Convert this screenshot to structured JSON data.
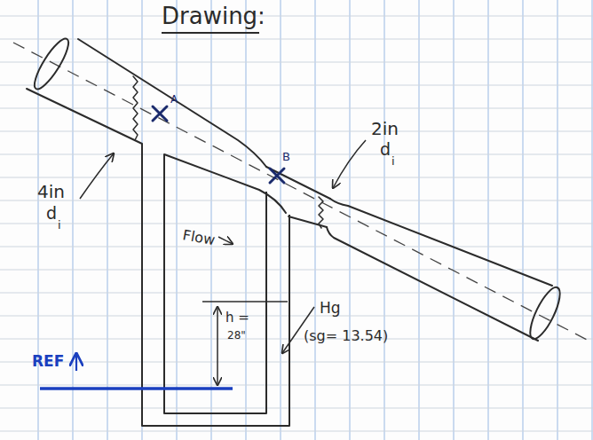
{
  "diagram": {
    "title": "Drawing:",
    "labels": [
      "A",
      "B",
      "2in",
      "d",
      "i",
      "4in",
      "d",
      "i",
      "Flow",
      "h =",
      "28\"",
      "Hg",
      "(sg= 13.54)",
      "REF"
    ]
  }
}
